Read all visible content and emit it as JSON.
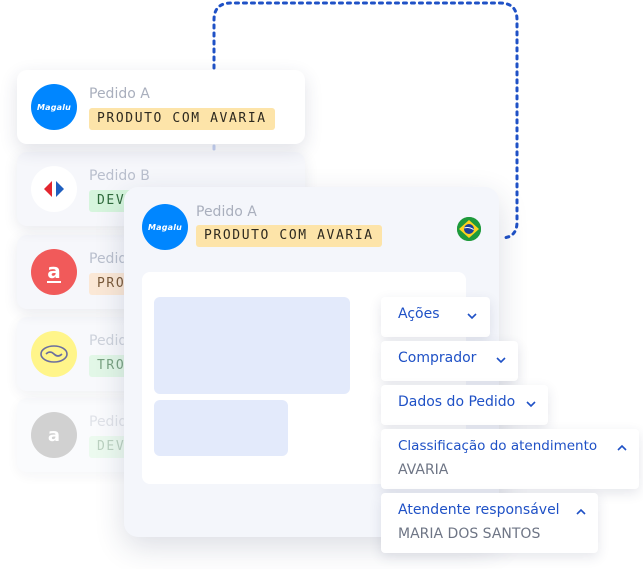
{
  "colors": {
    "brand_blue": "#1f51c6",
    "magalu_blue": "#0086ff",
    "tag_yellow": "#fde4a9",
    "tag_green": "#d6f5dd",
    "tag_peach": "#fbe8d6",
    "card_bg": "#f6f7fb",
    "skeleton": "#e3eafb",
    "dotted_line": "#1f51c6"
  },
  "orders": [
    {
      "label": "Pedido A",
      "tag": "PRODUTO COM AVARIA",
      "logo_icon": "magalu-logo-icon",
      "logo_text": "Magalu"
    },
    {
      "label": "Pedido B",
      "tag": "DEV",
      "logo_icon": "carrefour-logo-icon"
    },
    {
      "label": "Pedido",
      "tag": "PRO",
      "logo_icon": "americanas-logo-icon",
      "logo_text": "a"
    },
    {
      "label": "Pedido",
      "tag": "TRO",
      "logo_icon": "mercadolivre-logo-icon"
    },
    {
      "label": "Pedido",
      "tag": "DEV",
      "logo_icon": "amazon-logo-icon",
      "logo_text": "a"
    }
  ],
  "front_card": {
    "order_label": "Pedido A",
    "tag": "PRODUTO COM AVARIA",
    "logo_icon": "magalu-logo-icon",
    "logo_text": "Magalu",
    "flag_icon": "brazil-flag-icon"
  },
  "accordion": [
    {
      "title": "Ações",
      "expanded": false
    },
    {
      "title": "Comprador",
      "expanded": false
    },
    {
      "title": "Dados do Pedido",
      "expanded": false
    },
    {
      "title": "Classificação do atendimento",
      "value": "AVARIA",
      "expanded": true
    },
    {
      "title": "Atendente responsável",
      "value": "MARIA DOS SANTOS",
      "expanded": true
    }
  ]
}
